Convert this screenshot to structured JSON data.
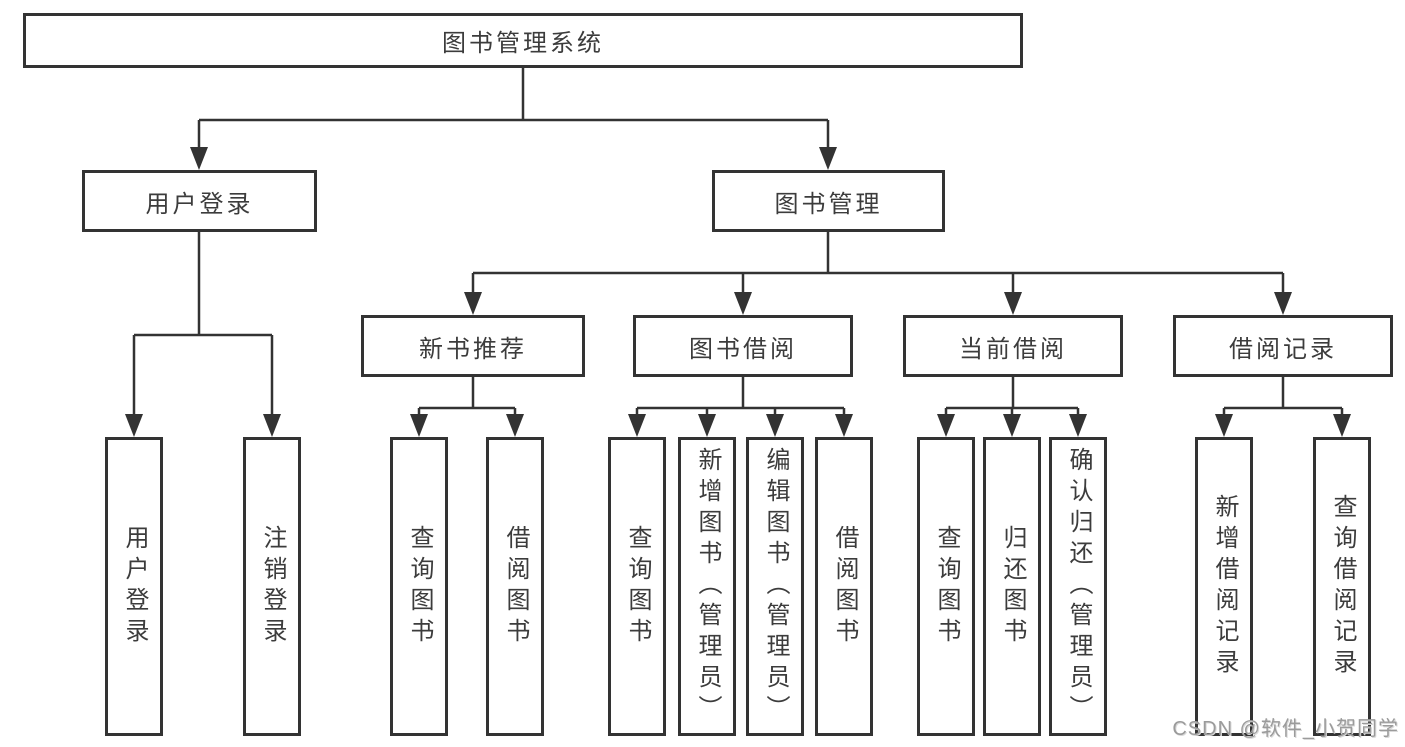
{
  "diagram": {
    "type": "hierarchy-structure-chart",
    "root": {
      "label": "图书管理系统"
    },
    "branches": [
      {
        "label": "用户登录",
        "children": [
          {
            "label": "用户登录"
          },
          {
            "label": "注销登录"
          }
        ]
      },
      {
        "label": "图书管理",
        "children": [
          {
            "label": "新书推荐",
            "children": [
              {
                "label": "查询图书"
              },
              {
                "label": "借阅图书"
              }
            ]
          },
          {
            "label": "图书借阅",
            "children": [
              {
                "label": "查询图书"
              },
              {
                "label": "新增图书（管理员）"
              },
              {
                "label": "编辑图书（管理员）"
              },
              {
                "label": "借阅图书"
              }
            ]
          },
          {
            "label": "当前借阅",
            "children": [
              {
                "label": "查询图书"
              },
              {
                "label": "归还图书"
              },
              {
                "label": "确认归还（管理员）"
              }
            ]
          },
          {
            "label": "借阅记录",
            "children": [
              {
                "label": "新增借阅记录"
              },
              {
                "label": "查询借阅记录"
              }
            ]
          }
        ]
      }
    ]
  },
  "watermark": {
    "text": "CSDN @软件_小贺同学"
  },
  "colors": {
    "line": "#333333",
    "box_border": "#333333",
    "text": "#3c3c3c",
    "watermark": "#9b9b9b",
    "background": "#ffffff"
  }
}
